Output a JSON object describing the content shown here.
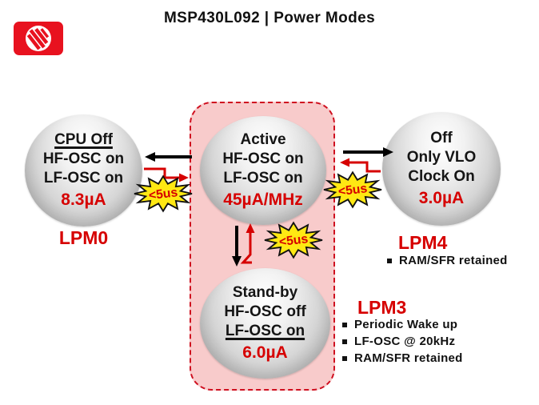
{
  "title": "MSP430L092 | Power Modes",
  "starburst_label": "<5us",
  "nodes": {
    "lpm0": {
      "line1": "CPU Off",
      "line2": "HF-OSC on",
      "line3": "LF-OSC on",
      "current": "8.3µA",
      "label": "LPM0"
    },
    "active": {
      "line1": "Active",
      "line2": "HF-OSC on",
      "line3": "LF-OSC on",
      "current": "45µA/MHz"
    },
    "lpm4": {
      "line1": "Off",
      "line2": "Only VLO",
      "line3": "Clock On",
      "current": "3.0µA",
      "label": "LPM4",
      "bullets": [
        "RAM/SFR retained"
      ]
    },
    "lpm3": {
      "line1": "Stand-by",
      "line2": "HF-OSC off",
      "line3": "LF-OSC on",
      "current": "6.0µA",
      "label": "LPM3",
      "bullets": [
        "Periodic Wake up",
        "LF-OSC @ 20kHz",
        "RAM/SFR retained"
      ]
    }
  },
  "colors": {
    "accent_red": "#d60000",
    "pink_zone": "#f8cbcb",
    "starburst_yellow": "#ffe813",
    "logo_red": "#e8121f"
  }
}
